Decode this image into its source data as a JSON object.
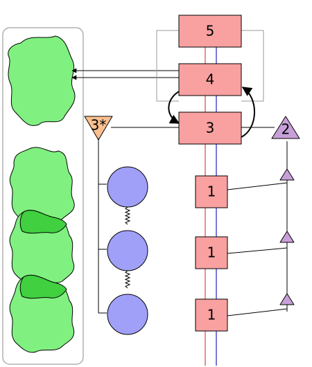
{
  "diagram": {
    "boxes": {
      "box5": "5",
      "box4": "4",
      "box3": "3",
      "box1_top": "1",
      "box1_mid": "1",
      "box1_bottom": "1"
    },
    "triangles": {
      "three_star": "3*",
      "two": "2"
    },
    "colors": {
      "box_fill": "#f9a0a0",
      "green_blob": "#80f080",
      "green_overlap": "#40d040",
      "purple_circle": "#a0a0f8",
      "purple_triangle": "#c8a0d8",
      "orange_triangle": "#fbc090",
      "red_line": "#e04040",
      "blue_line": "#2020c0"
    }
  }
}
